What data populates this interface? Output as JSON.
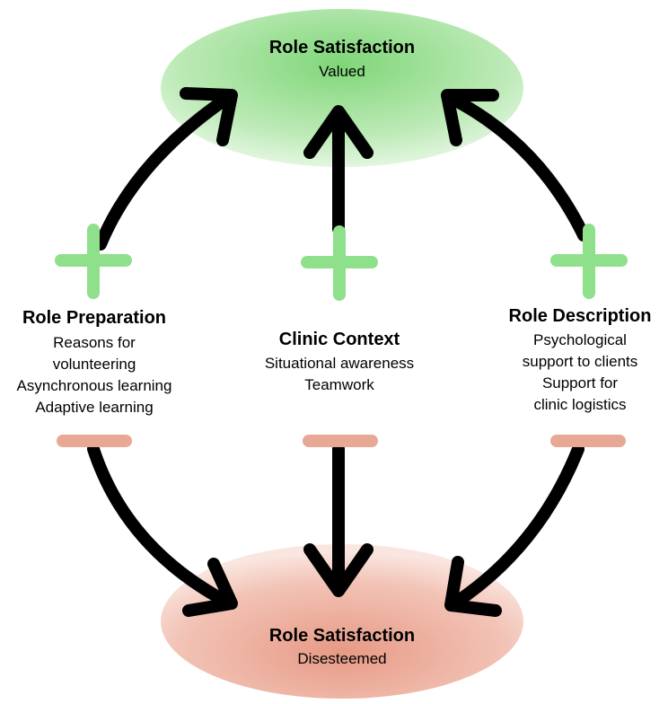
{
  "top": {
    "title": "Role Satisfaction",
    "subtitle": "Valued"
  },
  "bottom": {
    "title": "Role Satisfaction",
    "subtitle": "Disesteemed"
  },
  "left": {
    "title": "Role Preparation",
    "lines": [
      "Reasons for",
      "volunteering",
      "Asynchronous learning",
      "Adaptive learning"
    ]
  },
  "center": {
    "title": "Clinic Context",
    "lines": [
      "Situational awareness",
      "Teamwork"
    ]
  },
  "right": {
    "title": "Role Description",
    "lines": [
      "Psychological",
      "support to clients",
      "Support for",
      "clinic logistics"
    ]
  },
  "colors": {
    "positive": "#8ee08a",
    "negative": "#e8a896",
    "top_fill": "#a8e6a0",
    "bottom_fill": "#eeb3a2",
    "arrow": "#000000"
  }
}
